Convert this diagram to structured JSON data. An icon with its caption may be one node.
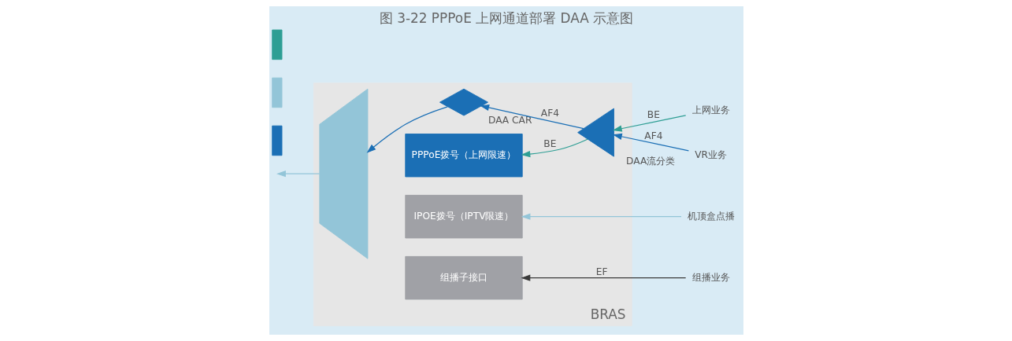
{
  "diagram": {
    "title": "图 3-22 PPPoE 上网通道部署 DAA 示意图",
    "nodes": [
      {
        "text": [
          "BRAS"
        ]
      },
      {
        "text": [],
        "shape": "trapezoid",
        "in": 0
      },
      {
        "text": [
          "PPPoE拨号（上网限速）"
        ],
        "in": 0
      },
      {
        "text": [
          "IPOE拨号（IPTV限速）"
        ],
        "in": 0
      },
      {
        "text": [
          "组播子接口"
        ],
        "in": 0
      },
      {
        "text": [
          "DAA CAR"
        ],
        "in": 0
      },
      {
        "text": [
          "DAA流分类"
        ],
        "in": 0
      },
      {
        "text": [
          "上网业务"
        ]
      },
      {
        "text": [
          "VR业务"
        ]
      },
      {
        "text": [
          "机顶盒点播"
        ]
      },
      {
        "text": [
          "组播业务"
        ]
      },
      {
        "text": [],
        "shape": "bar"
      },
      {
        "text": [],
        "shape": "bar"
      },
      {
        "text": [],
        "shape": "bar"
      }
    ],
    "edges": [
      {
        "from": 7,
        "to": 6,
        "arrow": "to",
        "label": "BE",
        "color": "#2e9e94"
      },
      {
        "from": 8,
        "to": 6,
        "arrow": "to",
        "label": "AF4",
        "color": "#1b6fb5"
      },
      {
        "from": 6,
        "to": 2,
        "arrow": "to",
        "label": "BE",
        "color": "#2e9e94"
      },
      {
        "from": 6,
        "to": 5,
        "arrow": "to",
        "label": "AF4",
        "color": "#1b6fb5"
      },
      {
        "from": 5,
        "to": 1,
        "arrow": "to",
        "color": "#1b6fb5"
      },
      {
        "from": 9,
        "to": 3,
        "arrow": "to",
        "color": "#93c5d8"
      },
      {
        "from": 10,
        "to": 4,
        "arrow": "to",
        "label": "EF",
        "color": "#3a3a3a"
      },
      {
        "from": 1,
        "to": null,
        "arrow": "to",
        "color": "#93c5d8"
      }
    ]
  }
}
